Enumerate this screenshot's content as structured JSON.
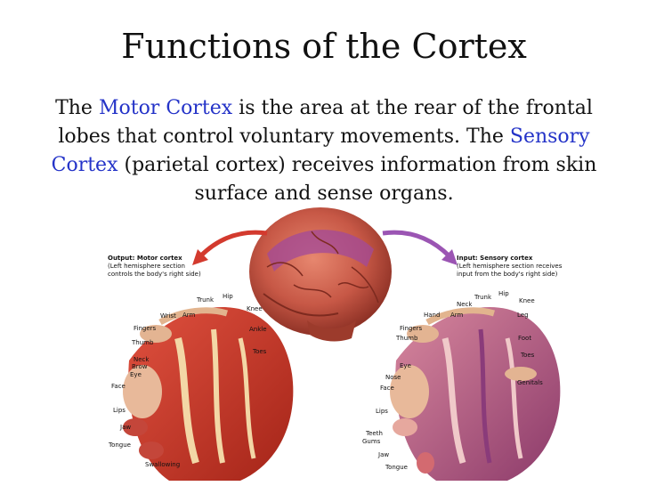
{
  "slide": {
    "title": "Functions of the Cortex",
    "text": {
      "p1": "The ",
      "motor": "Motor Cortex",
      "p2": " is the area at the rear of the frontal lobes that control voluntary movements. The ",
      "sensory": "Sensory Cortex",
      "p3": " (parietal cortex) receives information from skin surface and sense organs."
    },
    "highlight_color": "#2433c8"
  },
  "figure": {
    "motor_caption": {
      "title": "Output: Motor cortex",
      "line1": "(Left hemisphere section",
      "line2": "controls the body's right side)"
    },
    "sensory_caption": {
      "title": "Input: Sensory cortex",
      "line1": "(Left hemisphere section receives",
      "line2": "input from the body's right side)"
    },
    "motor_labels": [
      "Trunk",
      "Hip",
      "Knee",
      "Wrist",
      "Arm",
      "Fingers",
      "Ankle",
      "Thumb",
      "Toes",
      "Neck",
      "Brow",
      "Eye",
      "Face",
      "Lips",
      "Jaw",
      "Tongue",
      "Swallowing"
    ],
    "sensory_labels": [
      "Trunk",
      "Hip",
      "Neck",
      "Knee",
      "Hand",
      "Arm",
      "Leg",
      "Fingers",
      "Thumb",
      "Foot",
      "Toes",
      "Eye",
      "Nose",
      "Face",
      "Genitals",
      "Lips",
      "Teeth",
      "Gums",
      "Jaw",
      "Tongue"
    ]
  }
}
